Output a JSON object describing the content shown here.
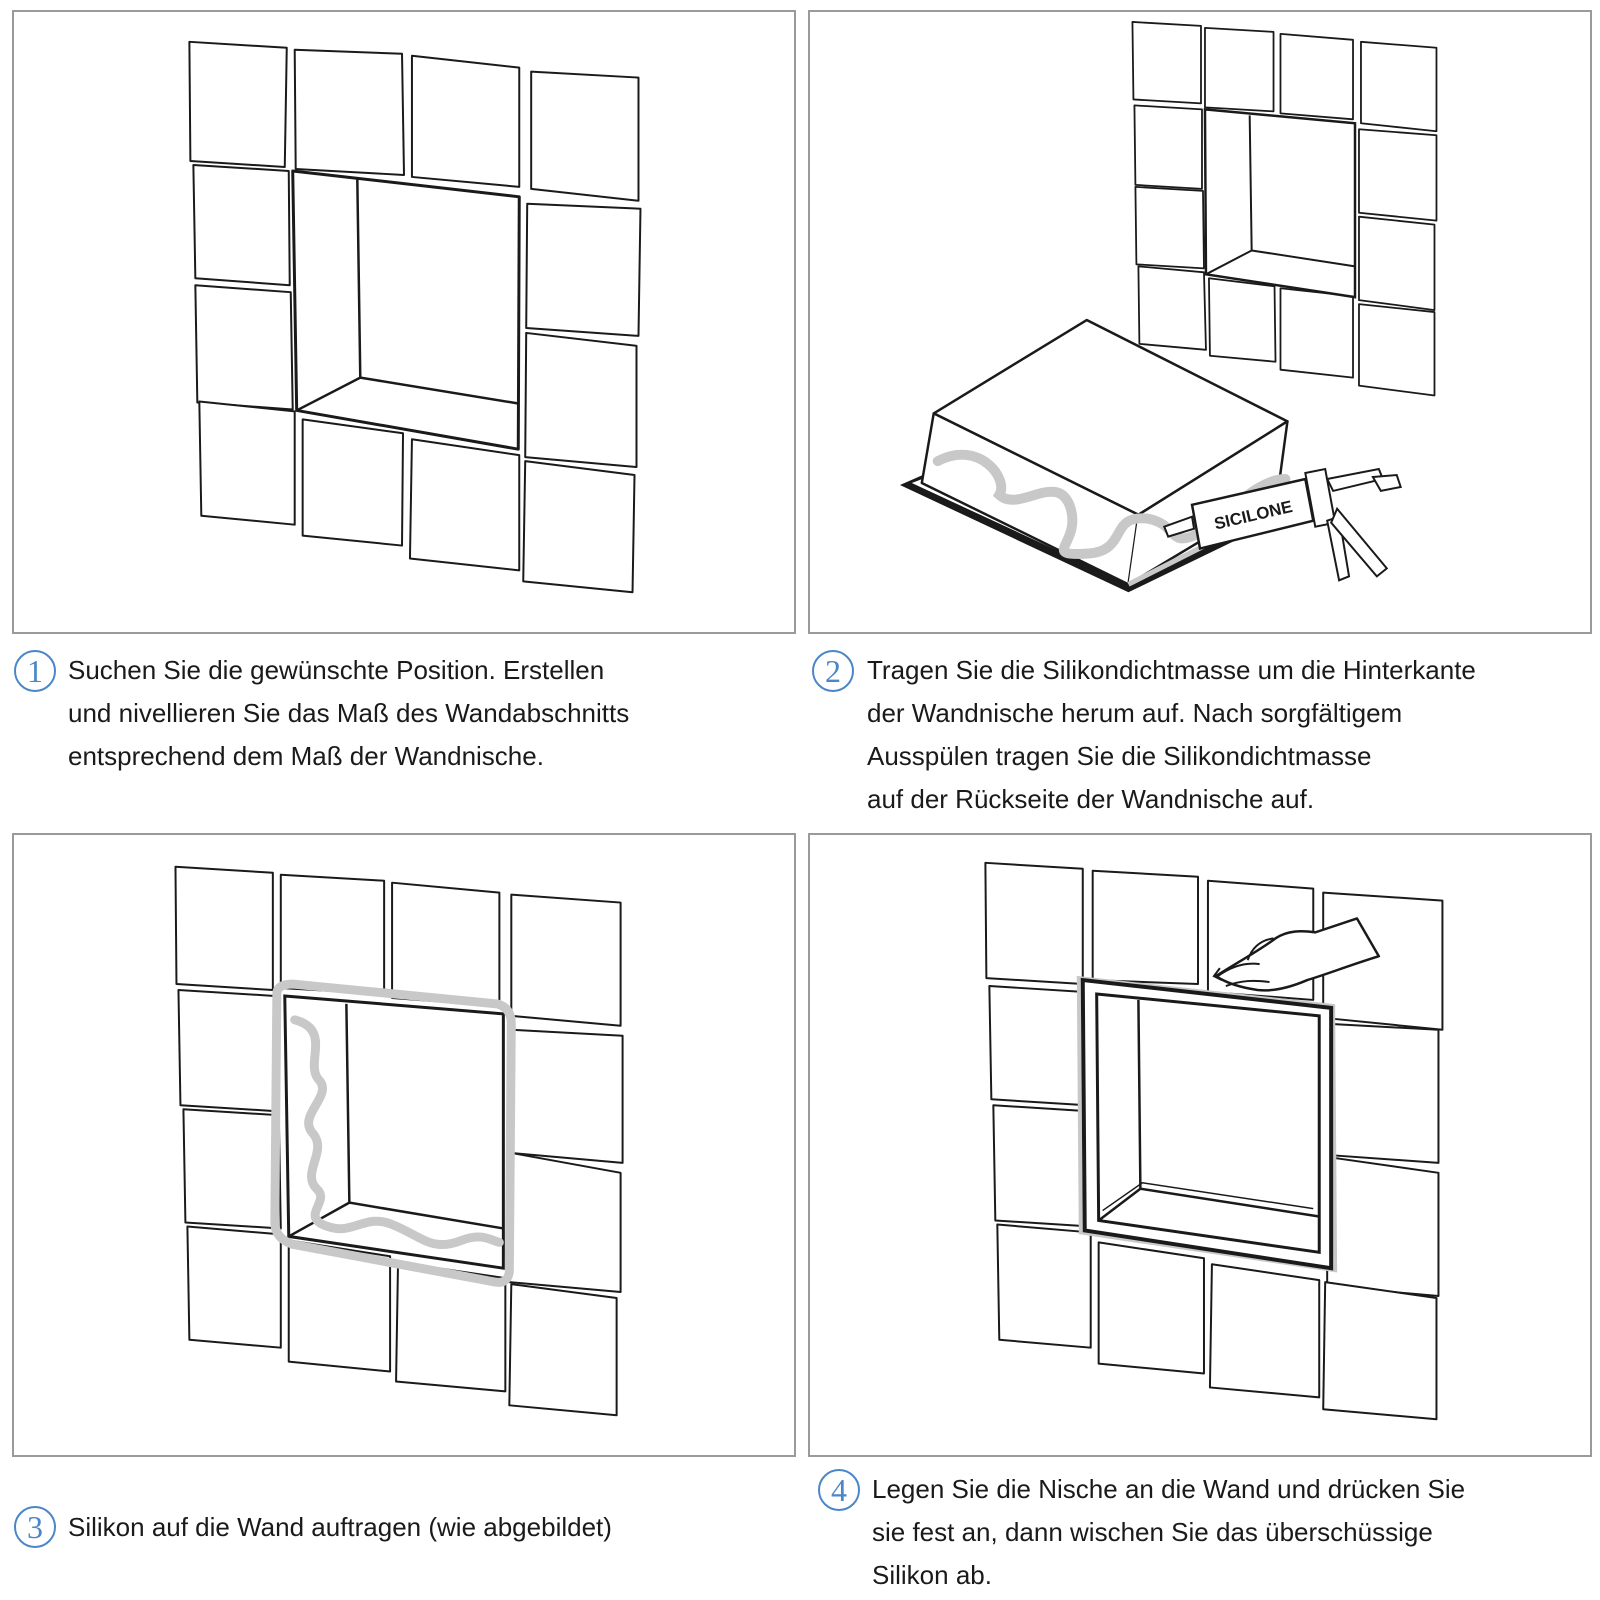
{
  "steps": [
    {
      "number": "1",
      "text": "Suchen Sie die gewünschte Position. Erstellen\nund nivellieren Sie das Maß des Wandabschnitts\nentsprechend dem Maß der Wandnische."
    },
    {
      "number": "2",
      "text": "Tragen Sie die Silikondichtmasse um die Hinterkante\nder Wandnische herum auf. Nach sorgfältigem\nAusspülen tragen Sie die Silikondichtmasse\nauf der Rückseite der Wandnische auf."
    },
    {
      "number": "3",
      "text": "Silikon auf die Wand auftragen (wie abgebildet)"
    },
    {
      "number": "4",
      "text": "Legen Sie die Nische an die Wand und drücken Sie\nsie fest an, dann wischen Sie das überschüssige\nSilikon ab."
    }
  ],
  "illustrations": {
    "sealant_label": "SICILONE"
  },
  "colors": {
    "step_number": "#4a86c8",
    "panel_border": "#9a9a9a",
    "silicone": "#c8c8c8",
    "line": "#1a1a1a"
  }
}
